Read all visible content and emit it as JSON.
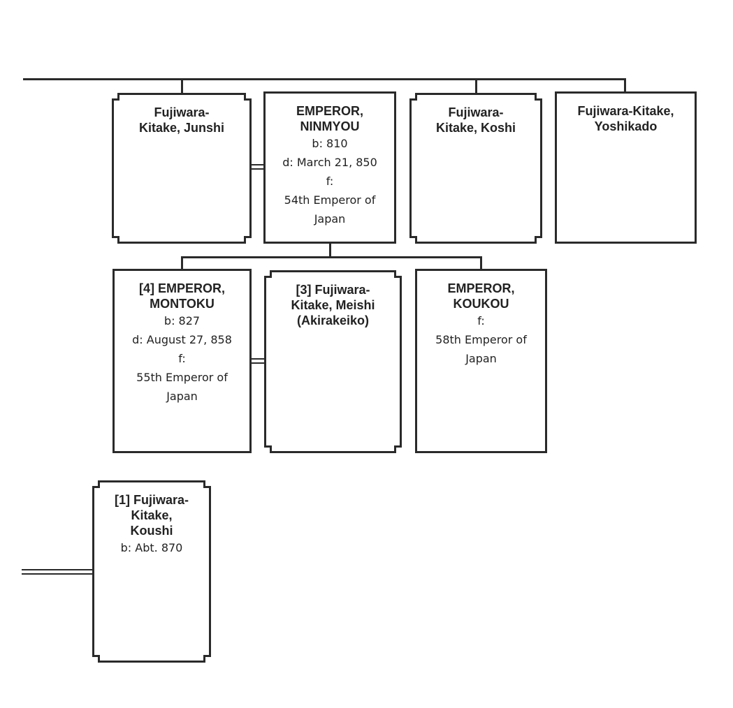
{
  "people": {
    "junshi": {
      "name": "Fujiwara-\nKitake, Junshi",
      "details": ""
    },
    "ninmyou": {
      "name": "EMPEROR,\nNINMYOU",
      "details": "b: 810\nd: March 21, 850\nf:\n54th Emperor of\nJapan"
    },
    "koshi": {
      "name": "Fujiwara-\nKitake, Koshi",
      "details": ""
    },
    "yoshikado": {
      "name": "Fujiwara-Kitake,\nYoshikado",
      "details": ""
    },
    "montoku": {
      "name": "[4] EMPEROR,\nMONTOKU",
      "details": "b: 827\nd: August 27, 858\nf:\n55th Emperor of\nJapan"
    },
    "meishi": {
      "name": "[3] Fujiwara-\nKitake, Meishi\n(Akirakeiko)",
      "details": ""
    },
    "koukou": {
      "name": "EMPEROR,\nKOUKOU",
      "details": "f:\n58th Emperor of\nJapan"
    },
    "koushi": {
      "name": "[1] Fujiwara-\nKitake,\nKoushi",
      "details": "b: Abt. 870"
    }
  }
}
